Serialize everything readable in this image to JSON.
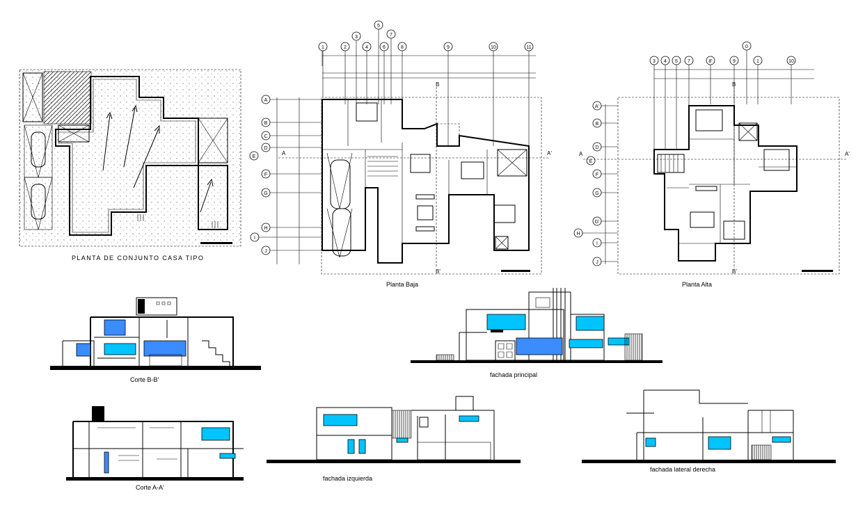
{
  "drawings": {
    "site_plan": {
      "caption": "PLANTA DE CONJUNTO CASA TIPO"
    },
    "ground_floor": {
      "caption": "Planta Baja",
      "top_axes": [
        "1",
        "2",
        "3",
        "4",
        "5",
        "6",
        "7",
        "8",
        "9",
        "10",
        "11"
      ],
      "side_axes": [
        "A",
        "B",
        "C",
        "D",
        "E",
        "F",
        "G",
        "H",
        "I",
        "J"
      ],
      "section_marks": [
        "A",
        "A'",
        "B",
        "B'"
      ]
    },
    "upper_floor": {
      "caption": "Planta Alta",
      "top_axes": [
        "3",
        "4",
        "5",
        "7",
        "8'",
        "9",
        "0",
        "1",
        "10"
      ],
      "side_axes": [
        "A'",
        "B",
        "D",
        "E",
        "F",
        "G",
        "G'",
        "H",
        "I",
        "J"
      ],
      "section_marks": [
        "A",
        "A'",
        "B",
        "B'"
      ]
    },
    "section_bb": {
      "caption": "Corte B-B'"
    },
    "front_facade": {
      "caption": "fachada principal"
    },
    "section_aa": {
      "caption": "Corte A-A'"
    },
    "left_facade": {
      "caption": "fachada izquierda"
    },
    "right_facade": {
      "caption": "fachada lateral derecha"
    }
  },
  "colors": {
    "glazing": "#00c4ff",
    "glazing_dark": "#3a8cff",
    "line": "#000000",
    "background": "#ffffff"
  }
}
